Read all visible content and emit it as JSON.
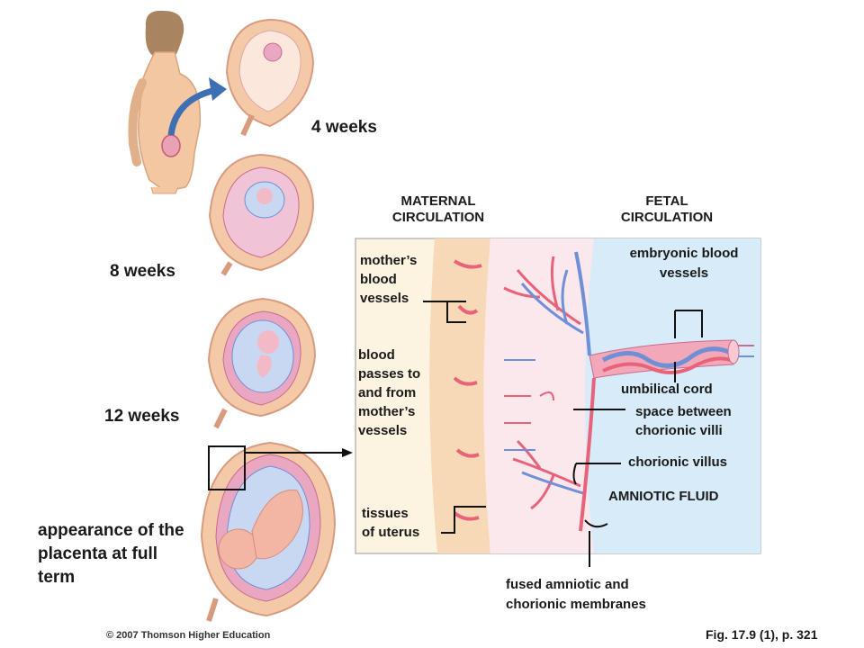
{
  "stages": {
    "w4": "4 weeks",
    "w8": "8 weeks",
    "w12": "12 weeks",
    "full_term": [
      "appearance of the",
      "placenta at full",
      "term"
    ]
  },
  "headers": {
    "maternal": [
      "MATERNAL",
      "CIRCULATION"
    ],
    "fetal": [
      "FETAL",
      "CIRCULATION"
    ]
  },
  "labels": {
    "mothers_vessels": [
      "mother’s",
      "blood",
      "vessels"
    ],
    "blood_passes": [
      "blood",
      "passes to",
      "and from",
      "mother’s",
      "vessels"
    ],
    "tissues": [
      "tissues",
      "of uterus"
    ],
    "embryonic": [
      "embryonic blood",
      "vessels"
    ],
    "umbilical": "umbilical cord",
    "space_between": [
      "space between",
      "chorionic villi"
    ],
    "villus": "chorionic villus",
    "amniotic": "AMNIOTIC FLUID",
    "fused": [
      "fused amniotic and",
      "chorionic membranes"
    ]
  },
  "footer": {
    "copyright": "© 2007 Thomson Higher Education",
    "figure": "Fig. 17.9 (1), p. 321"
  },
  "colors": {
    "uterus_wall": "#f3c9a8",
    "amnion": "#c9d8f2",
    "placenta": "#e9a7c2",
    "artery": "#e8637a",
    "vein": "#6f8fd6",
    "fluid": "#d7ebf8",
    "arrow": "#3f6fb3"
  }
}
